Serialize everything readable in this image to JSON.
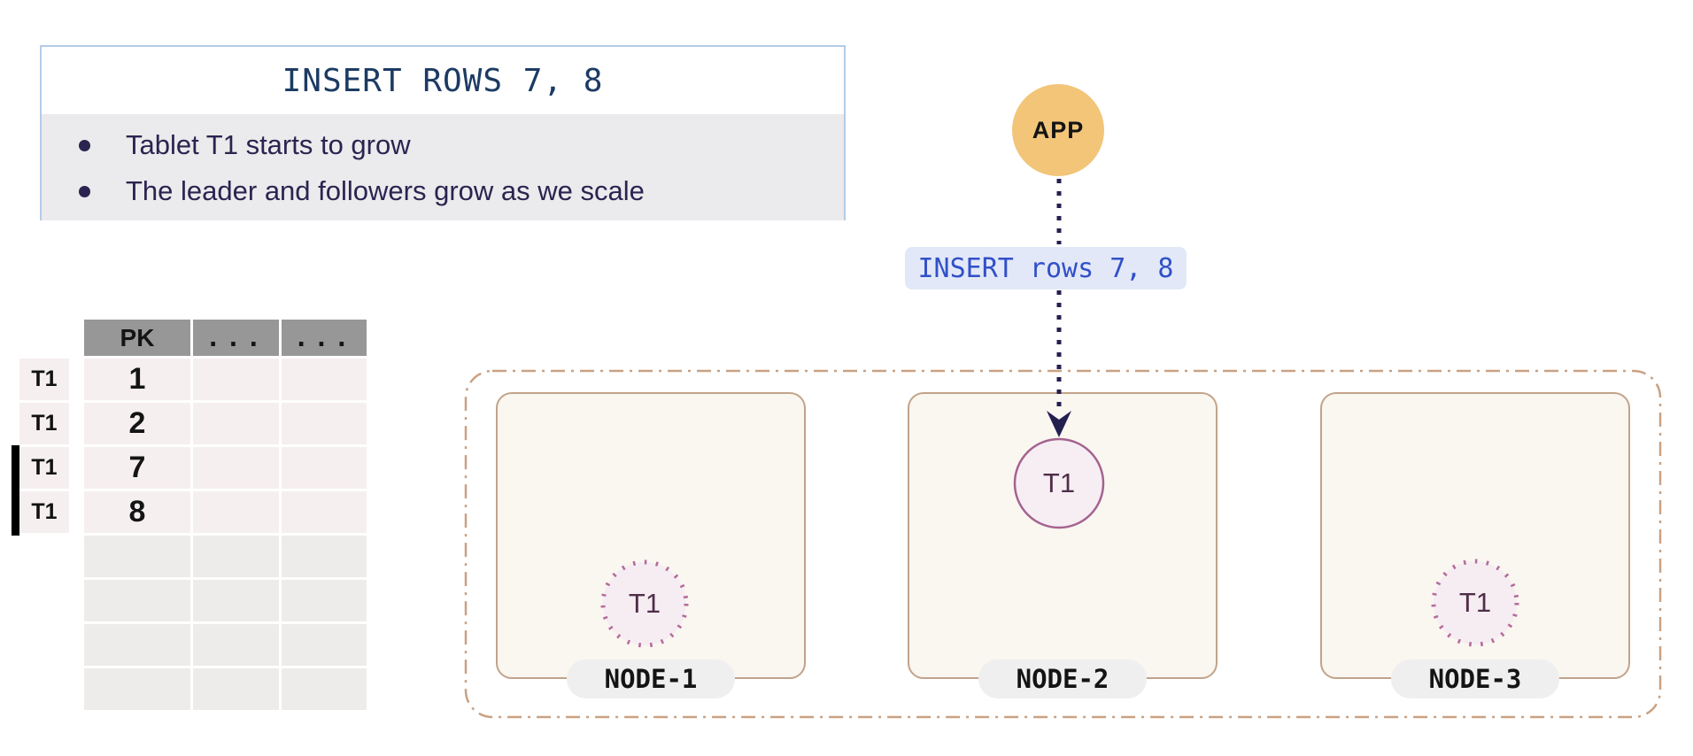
{
  "info_box": {
    "title": "INSERT ROWS 7, 8",
    "bullets": [
      "Tablet T1 starts to grow",
      "The leader and followers grow as we scale"
    ]
  },
  "flow": {
    "app_label": "APP",
    "query_label": "INSERT rows 7, 8"
  },
  "table": {
    "headers": [
      "PK",
      "...",
      "..."
    ],
    "row_tags": [
      "T1",
      "T1",
      "T1",
      "T1"
    ],
    "rows": [
      {
        "pk": "1",
        "new": false
      },
      {
        "pk": "2",
        "new": false
      },
      {
        "pk": "7",
        "new": true
      },
      {
        "pk": "8",
        "new": true
      }
    ],
    "empty_row_count": 4
  },
  "cluster": {
    "nodes": [
      {
        "label": "NODE-1",
        "tablet": "T1",
        "role": "follower"
      },
      {
        "label": "NODE-2",
        "tablet": "T1",
        "role": "leader"
      },
      {
        "label": "NODE-3",
        "tablet": "T1",
        "role": "follower"
      }
    ]
  },
  "colors": {
    "info_border": "#b3cbe8",
    "info_bullets_bg": "#ebeaec",
    "title_text": "#1c3b63",
    "bullet_text": "#2a2450",
    "app_circle": "#f2c579",
    "query_bg": "#e2e8f7",
    "query_text": "#3150c8",
    "arrow": "#232050",
    "table_header_bg": "#979797",
    "table_row_pink": "#f6eff0",
    "table_row_gray": "#edeceb",
    "new_row_marker": "#000000",
    "cluster_border": "#c9a183",
    "node_fill": "#faf6f0",
    "node_border": "#c2a38a",
    "pill_bg": "#efefef",
    "leader_stroke": "#a4638f",
    "leader_fill": "#f7eef4",
    "follower_stroke": "#b46b9b",
    "follower_fill": "#f6edf3",
    "tablet_text": "#4e2e48"
  }
}
